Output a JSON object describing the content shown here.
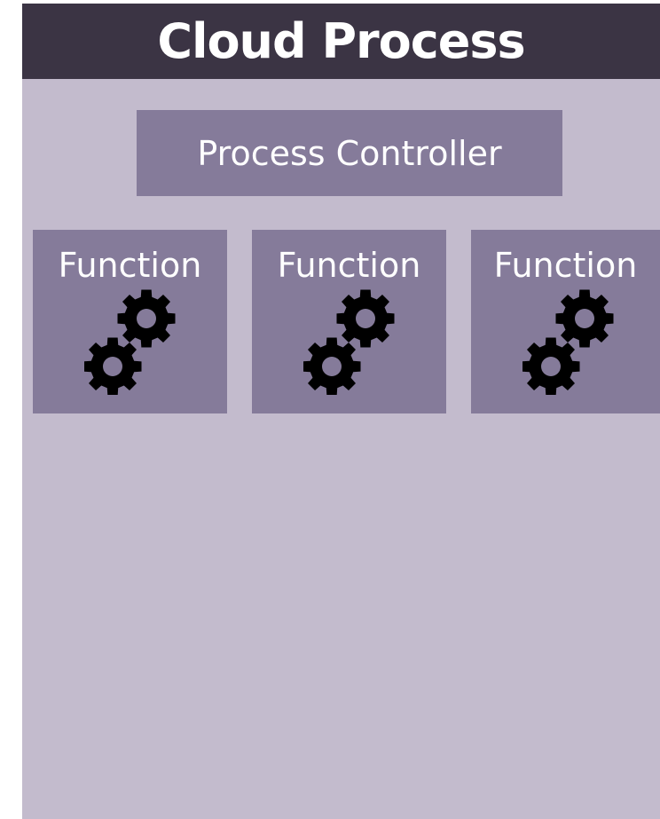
{
  "diagram": {
    "title": "Cloud Process",
    "controller": {
      "label": "Process Controller"
    },
    "functions": [
      {
        "label": "Function",
        "icon": "gears-icon"
      },
      {
        "label": "Function",
        "icon": "gears-icon"
      },
      {
        "label": "Function",
        "icon": "gears-icon"
      }
    ]
  },
  "colors": {
    "title_bar": "#3b3444",
    "panel_background": "#c3bbcd",
    "box_fill": "#857b9a",
    "text": "#ffffff",
    "icon": "#000000"
  }
}
